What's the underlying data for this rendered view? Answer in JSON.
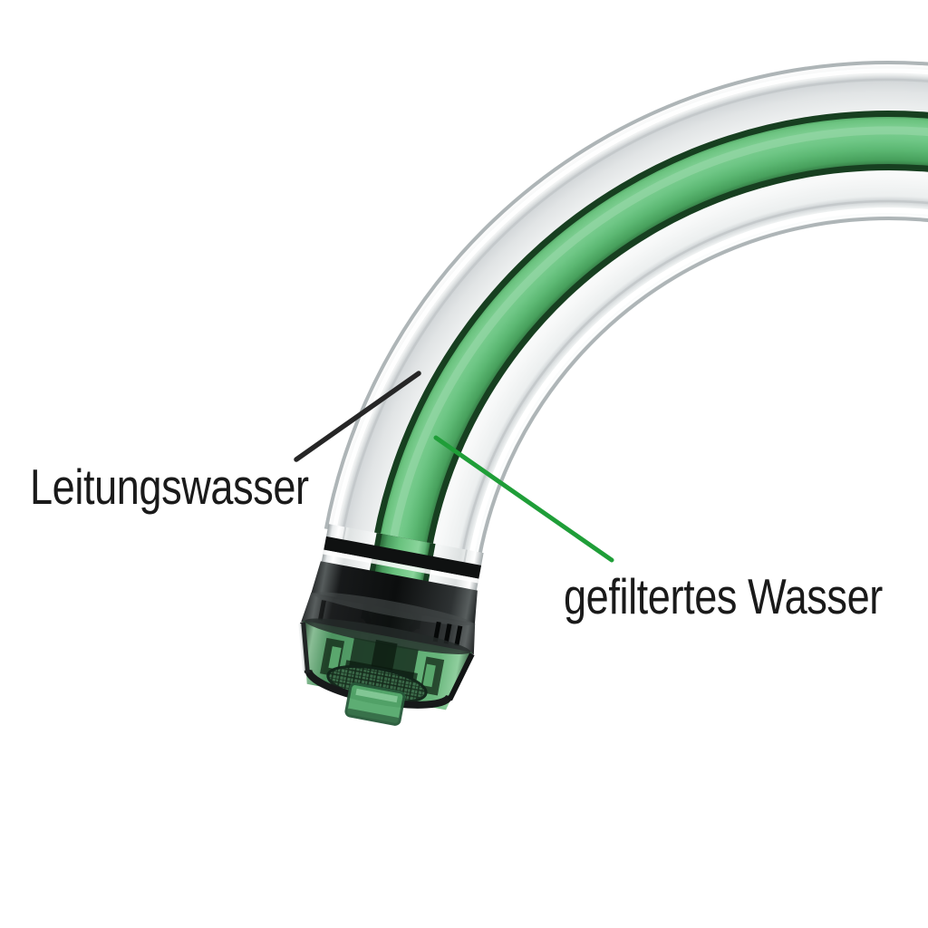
{
  "diagram": {
    "annotations": [
      {
        "id": "tap-water",
        "label": "Leitungswasser",
        "points_to": "outer-clear-pipe",
        "line_color": "#262626"
      },
      {
        "id": "filtered-water",
        "label": "gefiltertes Wasser",
        "points_to": "inner-green-hose",
        "line_color": "#1f9e38"
      }
    ],
    "colors": {
      "background": "#ffffff",
      "filtered_water_green": "#6fc786",
      "green_hose_edge": "#173f20",
      "clear_pipe_body": "#f2f4f4",
      "clear_pipe_edge": "#aeb5b7",
      "aerator_black": "#101212",
      "aerator_cup_green": "#55a46a"
    }
  }
}
